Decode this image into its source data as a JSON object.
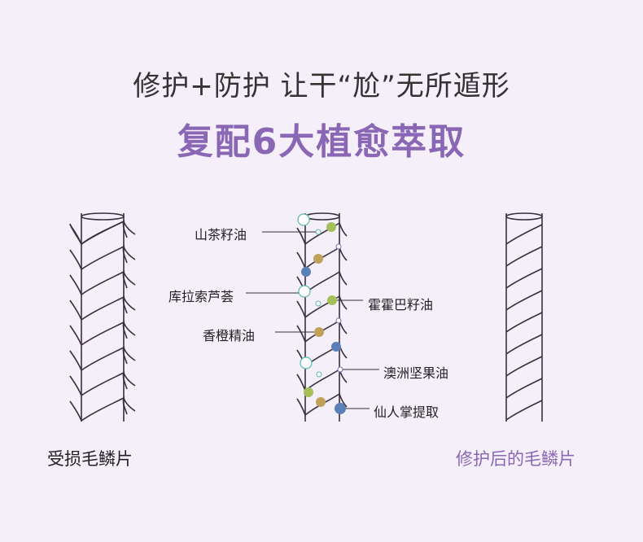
{
  "headline": "修护+防护 让干“尬”无所遁形",
  "subheadline": "复配6大植愈萃取",
  "ingredients": {
    "camellia_oil": "山茶籽油",
    "curacao_aloe": "库拉索芦荟",
    "citrus_oil": "香橙精油",
    "meadowfoam_oil": "霍霍巴籽油",
    "macadamia_oil": "澳洲坚果油",
    "cactus_extract": "仙人掌提取"
  },
  "captions": {
    "damaged": "受损毛鳞片",
    "repaired": "修护后的毛鳞片"
  },
  "colors": {
    "background": "#f4eff9",
    "accent_purple": "#8a67b5",
    "strand_stroke": "#3a3040",
    "dot_green": "#a6bf5a",
    "dot_tan": "#bfa25a",
    "dot_blue": "#5b7fb8",
    "dot_hollow_teal": "#5fb7b0"
  }
}
